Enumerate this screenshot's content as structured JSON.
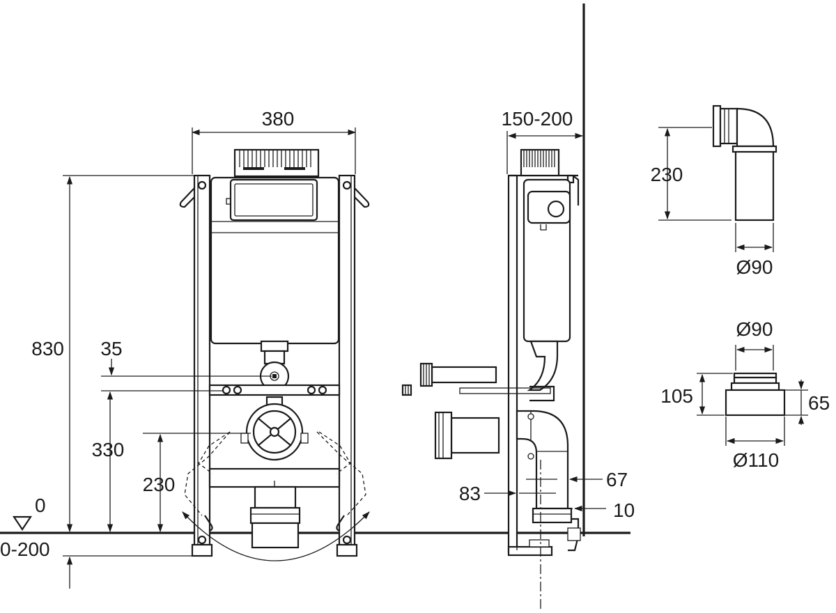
{
  "front_view": {
    "width_dim": "380",
    "height_dim": "830",
    "dim_35": "35",
    "dim_330": "330",
    "dim_230": "230",
    "floor_level": "0",
    "adjust_range": "0-200"
  },
  "side_view": {
    "wall_depth": "150-200",
    "dim_67": "67",
    "dim_83": "83",
    "dim_10": "10"
  },
  "bend_detail": {
    "height_dim": "230",
    "diameter_dim": "Ø90"
  },
  "reducer_detail": {
    "top_diameter": "Ø90",
    "height_total": "105",
    "height_body": "65",
    "bottom_diameter": "Ø110"
  },
  "colors": {
    "line": "#1a1a1a",
    "background": "#ffffff"
  }
}
